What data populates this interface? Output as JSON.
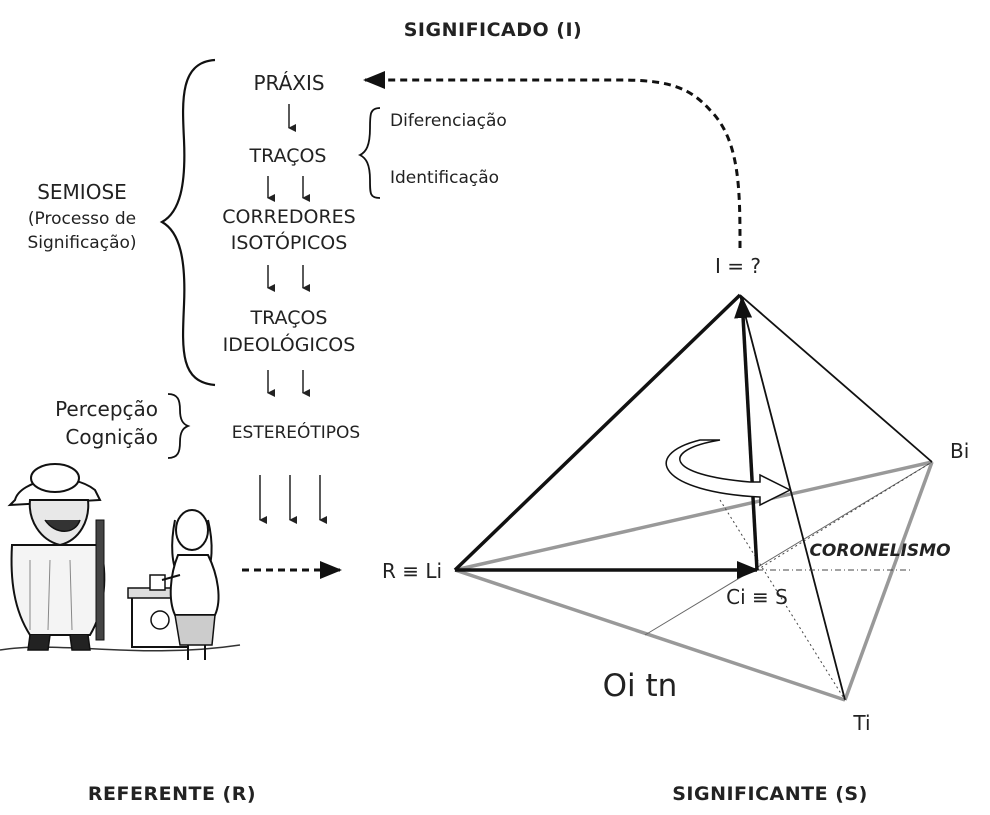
{
  "titles": {
    "top": "SIGNIFICADO (I)",
    "bottom_left": "REFERENTE (R)",
    "bottom_right": "SIGNIFICANTE (S)"
  },
  "semiosis": {
    "title": "SEMIOSE",
    "subtitle_line1": "(Processo de",
    "subtitle_line2": "Significação)"
  },
  "stages": {
    "praxis": "PRÁXIS",
    "tracos": "TRAÇOS",
    "corredores_line1": "CORREDORES",
    "corredores_line2": "ISOTÓPICOS",
    "ideologicos_line1": "TRAÇOS",
    "ideologicos_line2": "IDEOLÓGICOS",
    "estereotipos": "ESTEREÓTIPOS"
  },
  "traces_brace": {
    "item1": "Diferenciação",
    "item2": "Identificação"
  },
  "perception_brace": {
    "item1": "Percepção",
    "item2": "Cognição"
  },
  "pyramid": {
    "apex": "I = ?",
    "left": "R ≡ Li",
    "center": "Ci ≡ S",
    "right": "Bi",
    "bottom": "Ti",
    "base_label": "Oi tn",
    "concept": "CORONELISMO"
  },
  "icons": {
    "illustration": "cartoon-voting-scene"
  }
}
